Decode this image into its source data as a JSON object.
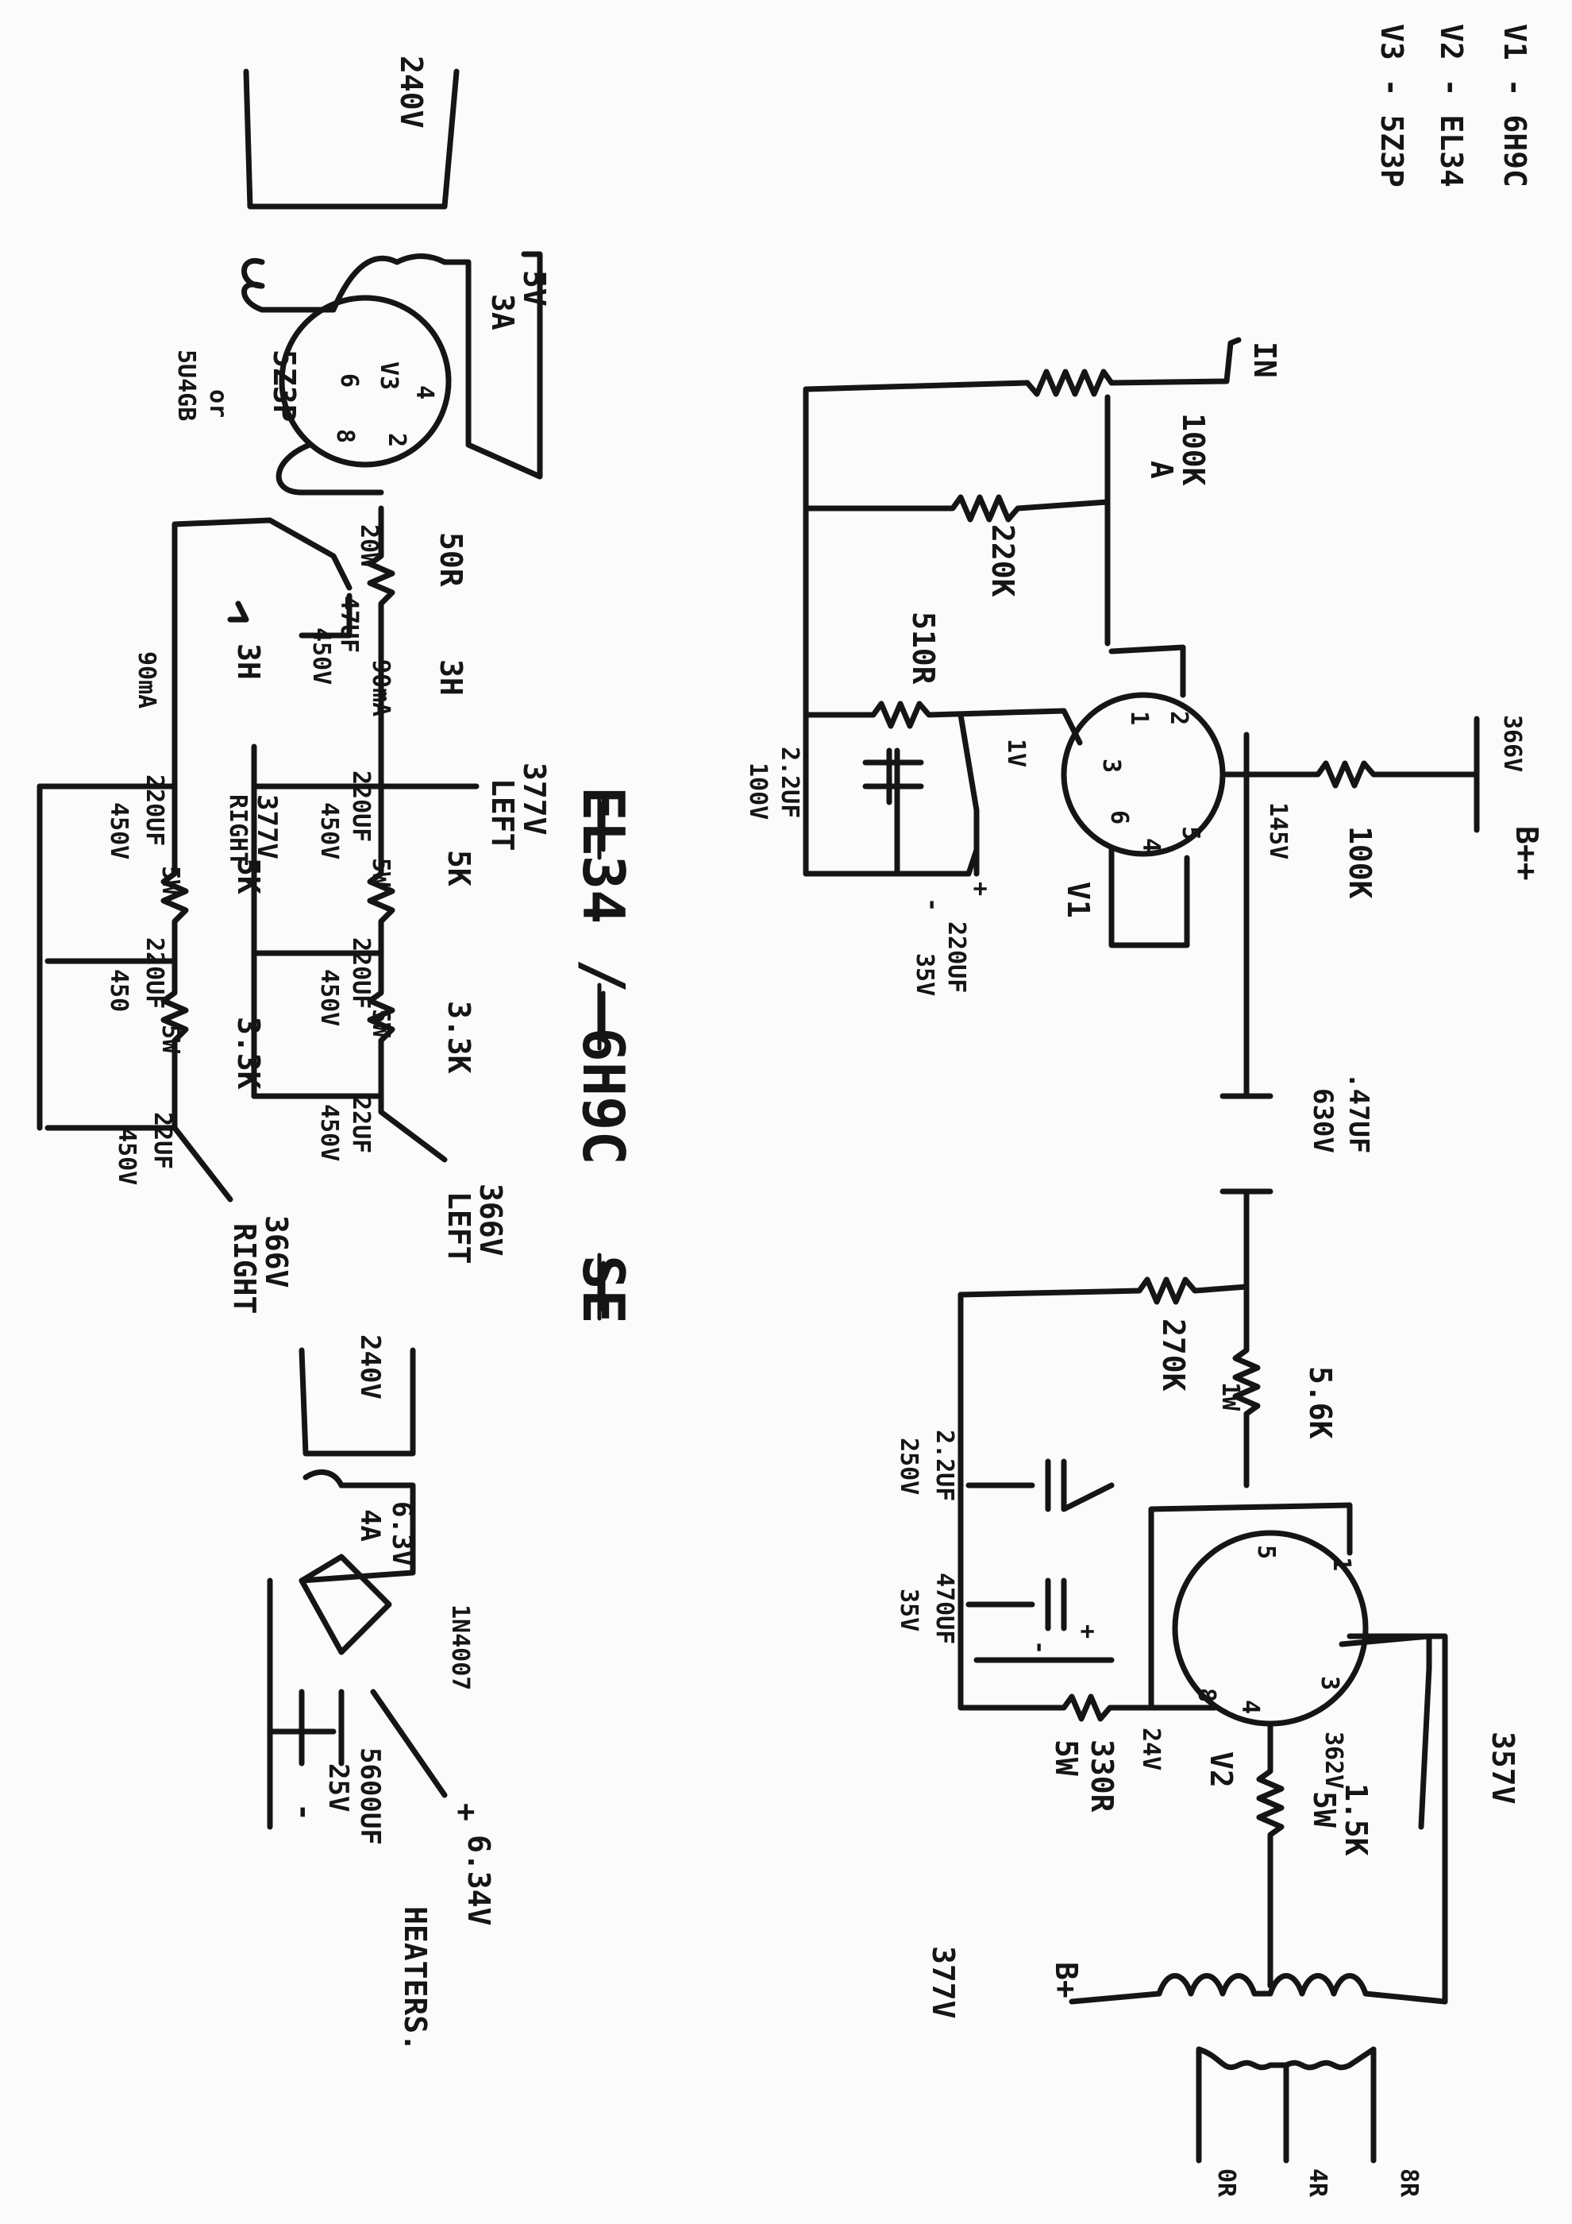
{
  "legend": {
    "v1": "V1 - 6H9C",
    "v2": "V2 - EL34",
    "v3": "V3 - 5Z3P"
  },
  "title": {
    "line1": "EL34 / 6H9C",
    "line2": "SE"
  },
  "preamp": {
    "input": "IN",
    "volume_pot": "100K",
    "volume_pot_taper": "A",
    "grid_resistor": "220K",
    "cathode_resistor": "510R",
    "cathode_cap_small": "2.2UF",
    "cathode_cap_small_v": "100V",
    "cathode_cap_big": "220UF",
    "cathode_cap_big_v": "35V",
    "cathode_voltage": "1V",
    "plate_resistor": "100K",
    "plate_voltage": "145V",
    "supply": "366V",
    "supply_label": "B++",
    "tube": "V1",
    "pins": [
      "1",
      "2",
      "3",
      "6",
      "4",
      "5"
    ],
    "plus": "+",
    "minus": "-"
  },
  "coupling": {
    "cap": ".47UF",
    "cap_v": "630V"
  },
  "output": {
    "grid_leak": "270K",
    "grid_stopper": "5.6K",
    "grid_stopper_w": "1W",
    "cathode_cap_small": "2.2UF",
    "cathode_cap_small_v": "250V",
    "cathode_cap_big": "470UF",
    "cathode_cap_big_v": "35V",
    "cathode_resistor": "330R",
    "cathode_resistor_w": "5W",
    "cathode_voltage": "24V",
    "screen_resistor": "1.5K",
    "screen_resistor_w": "5W",
    "screen_voltage": "362V",
    "plate_voltage": "357V",
    "tube": "V2",
    "pins": [
      "5",
      "1",
      "3",
      "8",
      "4"
    ],
    "plus": "+",
    "minus": "-",
    "b_plus": "B+",
    "b_plus_v": "377V",
    "taps": [
      "8R",
      "4R",
      "0R"
    ]
  },
  "psu": {
    "mains": "240V",
    "rect_heater": "5V",
    "rect_heater_a": "3A",
    "rectifier": "5Z3P",
    "rectifier_alt_or": "or",
    "rectifier_alt": "5U4GB",
    "rect_tube": "V3",
    "rect_pins": [
      "4",
      "2",
      "6",
      "8"
    ],
    "series_r": "50R",
    "series_r_w": "20W",
    "first_cap": "47UF",
    "first_cap_v": "450V",
    "choke_left": "3H",
    "choke_left_ma": "90mA",
    "choke_right": "3H",
    "choke_right_ma": "90mA",
    "left": {
      "b1_v": "377V",
      "b1_label": "LEFT",
      "cap1": "220UF",
      "cap1_v": "450V",
      "r1": "5K",
      "r1_w": "5W",
      "cap2": "220UF",
      "cap2_v": "450V",
      "r2": "3.3K",
      "r2_w": "5W",
      "cap3": "22UF",
      "cap3_v": "450V",
      "out_v": "366V",
      "out_label": "LEFT"
    },
    "right": {
      "b1_v": "377V",
      "b1_label": "RIGHT",
      "cap1": "220UF",
      "cap1_v": "450V",
      "r1": "5K",
      "r1_w": "5W",
      "cap2": "220UF",
      "cap2_v": "450",
      "r2": "3.3K",
      "r2_w": "5W",
      "cap3": "22UF",
      "cap3_v": "450V",
      "out_v": "366V",
      "out_label": "RIGHT"
    }
  },
  "heater": {
    "mains": "240V",
    "sec_v": "6.3V",
    "sec_a": "4A",
    "diodes": "1N4007",
    "cap": "5600UF",
    "cap_v": "25V",
    "out": "6.34V",
    "out_label": "HEATERS.",
    "plus": "+",
    "minus": "-"
  }
}
